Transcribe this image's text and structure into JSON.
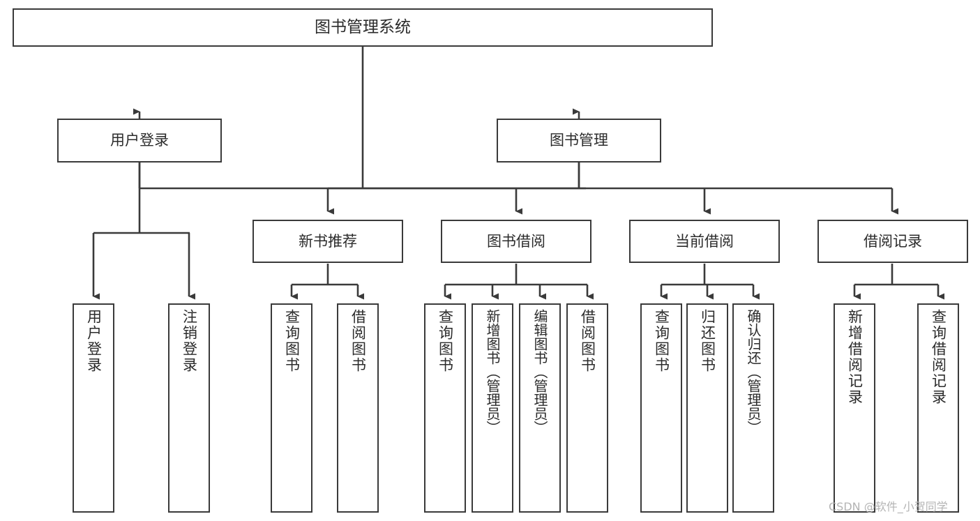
{
  "diagram": {
    "type": "tree-hierarchy",
    "title": "图书管理系统",
    "watermark": "CSDN @软件_小贺同学",
    "colors": {
      "border": "#3a3a3a",
      "background": "#ffffff",
      "text": "#2b2b2b",
      "watermark": "#b4b4b4"
    },
    "nodes": {
      "root": {
        "label": "图书管理系统"
      },
      "level2": [
        {
          "label": "用户登录"
        },
        {
          "label": "图书管理"
        }
      ],
      "level3": [
        {
          "label": "新书推荐"
        },
        {
          "label": "图书借阅"
        },
        {
          "label": "当前借阅"
        },
        {
          "label": "借阅记录"
        }
      ],
      "leaves": {
        "user_login": [
          {
            "label": "用户登录"
          },
          {
            "label": "注销登录"
          }
        ],
        "new_book_recommend": [
          {
            "label": "查询图书"
          },
          {
            "label": "借阅图书"
          }
        ],
        "book_borrow": [
          {
            "label": "查询图书"
          },
          {
            "label": "新增图书（管理员）"
          },
          {
            "label": "编辑图书（管理员）"
          },
          {
            "label": "借阅图书"
          }
        ],
        "current_borrow": [
          {
            "label": "查询图书"
          },
          {
            "label": "归还图书"
          },
          {
            "label": "确认归还（管理员）"
          }
        ],
        "borrow_record": [
          {
            "label": "新增借阅记录"
          },
          {
            "label": "查询借阅记录"
          }
        ]
      }
    }
  }
}
